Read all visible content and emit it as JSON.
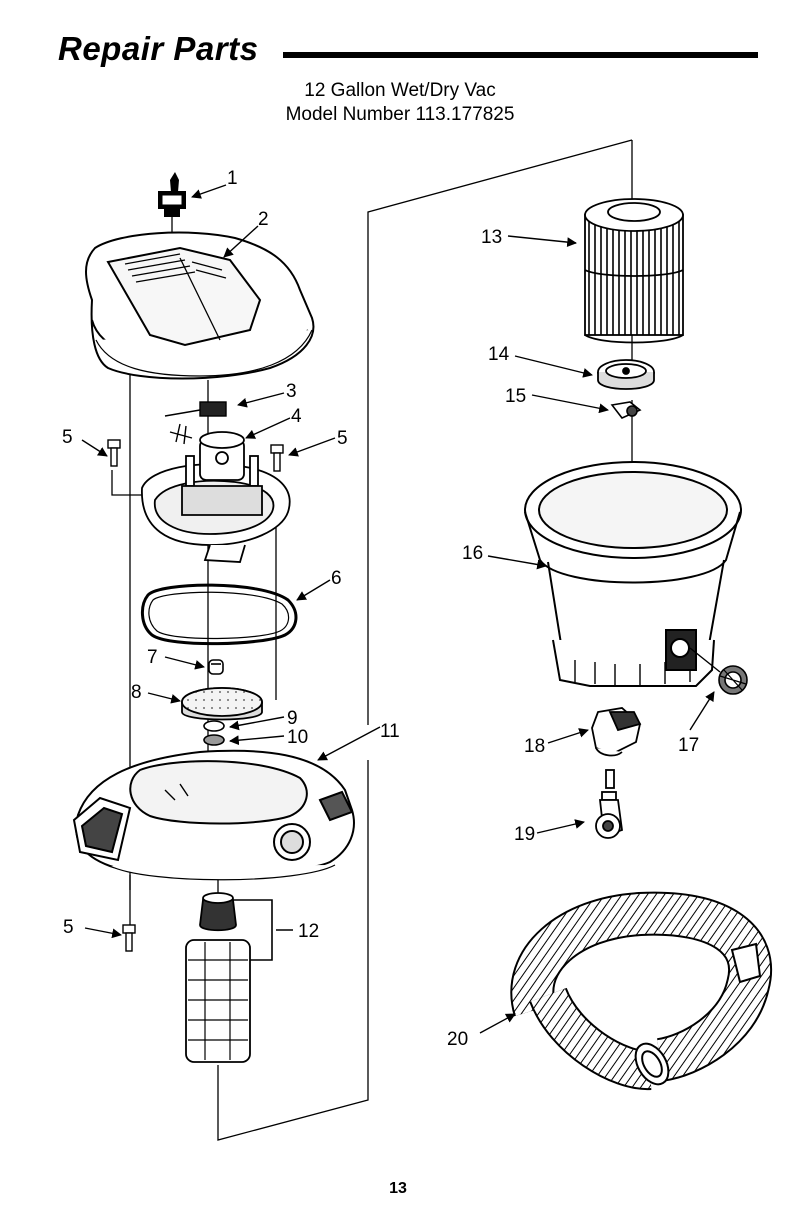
{
  "header": {
    "title": "Repair Parts",
    "subtitle_line1": "12 Gallon Wet/Dry Vac",
    "subtitle_line2": "Model Number 113.177825"
  },
  "callouts": [
    "1",
    "2",
    "3",
    "4",
    "5",
    "5",
    "6",
    "7",
    "8",
    "9",
    "10",
    "11",
    "5",
    "12",
    "13",
    "14",
    "15",
    "16",
    "17",
    "18",
    "19",
    "20"
  ],
  "footer": {
    "page_number": "13"
  }
}
